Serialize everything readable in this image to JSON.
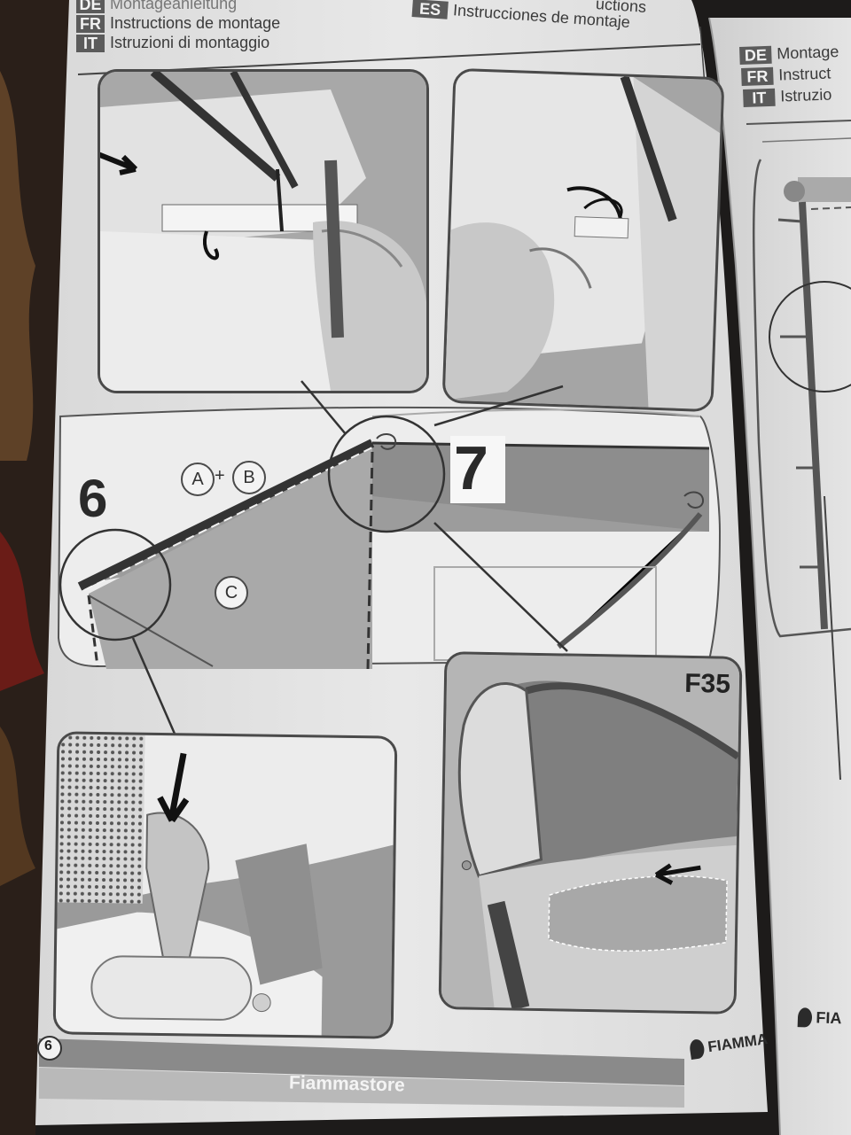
{
  "left_page": {
    "languages": [
      {
        "code": "DE",
        "text": "Montageanleitung"
      },
      {
        "code": "FR",
        "text": "Instructions de montage"
      },
      {
        "code": "IT",
        "text": "Istruzioni di montaggio"
      }
    ],
    "languages_right_col": [
      {
        "code": "ES",
        "text": "Instrucciones de montaje"
      }
    ],
    "partial_top_right_text": "uctions",
    "diagram": {
      "step_labels": {
        "step6": "6",
        "step7": "7"
      },
      "part_labels": {
        "a": "A",
        "plus": "+",
        "b": "B",
        "c": "C"
      }
    },
    "photo_model_label": "F35",
    "page_number": "6",
    "footer_title": "Fiammastore",
    "brand_logo_text": "FIAMMA"
  },
  "right_page": {
    "languages": [
      {
        "code": "DE",
        "text": "Montage"
      },
      {
        "code": "FR",
        "text": "Instruct"
      },
      {
        "code": "IT",
        "text": "Istruzio"
      }
    ],
    "brand_logo_text": "FIA"
  },
  "colors": {
    "background": "#1d1b1a",
    "paper": "#e6e6e6",
    "lang_badge": "#5b5b5b",
    "footer_bar": "#8a8a8a",
    "ink": "#2a2a2a"
  }
}
